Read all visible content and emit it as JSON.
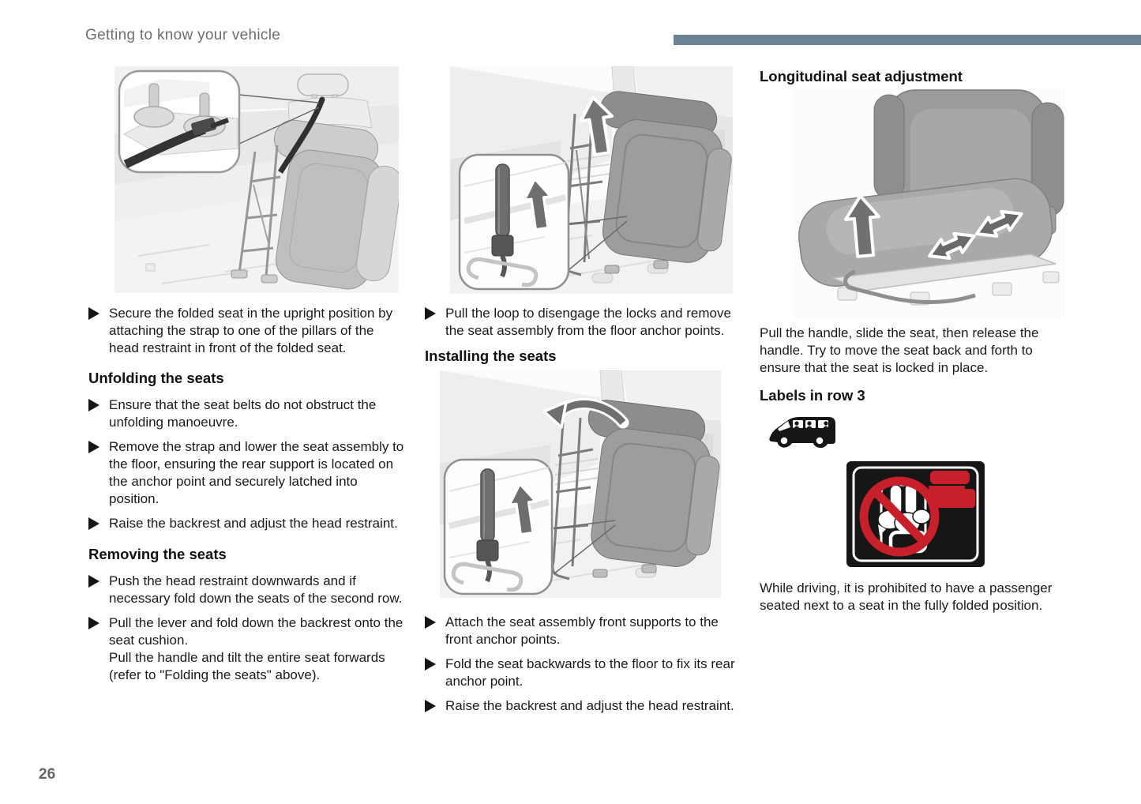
{
  "header": {
    "title": "Getting to know your vehicle"
  },
  "page_number": "26",
  "colors": {
    "accent_bar": "#6b8394",
    "prohibition_red": "#c8202a",
    "label_background": "#161616",
    "body_text": "#1a1a1a",
    "header_text": "#6e6e6e"
  },
  "icons": {
    "bullet_marker": "triangle-right",
    "van_icon": "minivan-3-rows-silhouette",
    "prohibition_label": "no-passenger-beside-folded-seat-label"
  },
  "figures": {
    "col1_top": "folded-seat-secured-with-strap-inset-detail",
    "col2_top": "seat-removal-with-lift-arrow-and-loop-inset",
    "col2_bottom": "seat-installation-fold-backwards-arrow-and-loop-inset",
    "col3_top": "seat-longitudinal-slide-with-handle-arrow"
  },
  "col1": {
    "intro_bullet": "Secure the folded seat in the upright position by attaching the strap to one of the pillars of the head restraint in front of the folded seat.",
    "heading_unfolding": "Unfolding the seats",
    "unfolding": [
      "Ensure that the seat belts do not obstruct the unfolding manoeuvre.",
      "Remove the strap and lower the seat assembly to the floor, ensuring the rear support is located on the anchor point and securely latched into position.",
      "Raise the backrest and adjust the head restraint."
    ],
    "heading_removing": "Removing the seats",
    "removing": [
      {
        "lines": [
          "Push the head restraint downwards and if necessary fold down the seats of the second row."
        ]
      },
      {
        "lines": [
          "Pull the lever and fold down the backrest onto the seat cushion.",
          "Pull the handle and tilt the entire seat forwards (refer to \"Folding the seats\" above)."
        ]
      }
    ]
  },
  "col2": {
    "intro_bullet": "Pull the loop to disengage the locks and remove the seat assembly from the floor anchor points.",
    "heading_installing": "Installing the seats",
    "installing": [
      "Attach the seat assembly front supports to the front anchor points.",
      "Fold the seat backwards to the floor to fix its rear anchor point.",
      "Raise the backrest and adjust the head restraint."
    ]
  },
  "col3": {
    "heading": "Longitudinal seat adjustment",
    "para_slide": "Pull the handle, slide the seat, then release the handle. Try to move the seat back and forth to ensure that the seat is locked in place.",
    "heading_labels": "Labels in row 3",
    "para_prohibited": "While driving, it is prohibited to have a passenger seated next to a seat in the fully folded position."
  }
}
